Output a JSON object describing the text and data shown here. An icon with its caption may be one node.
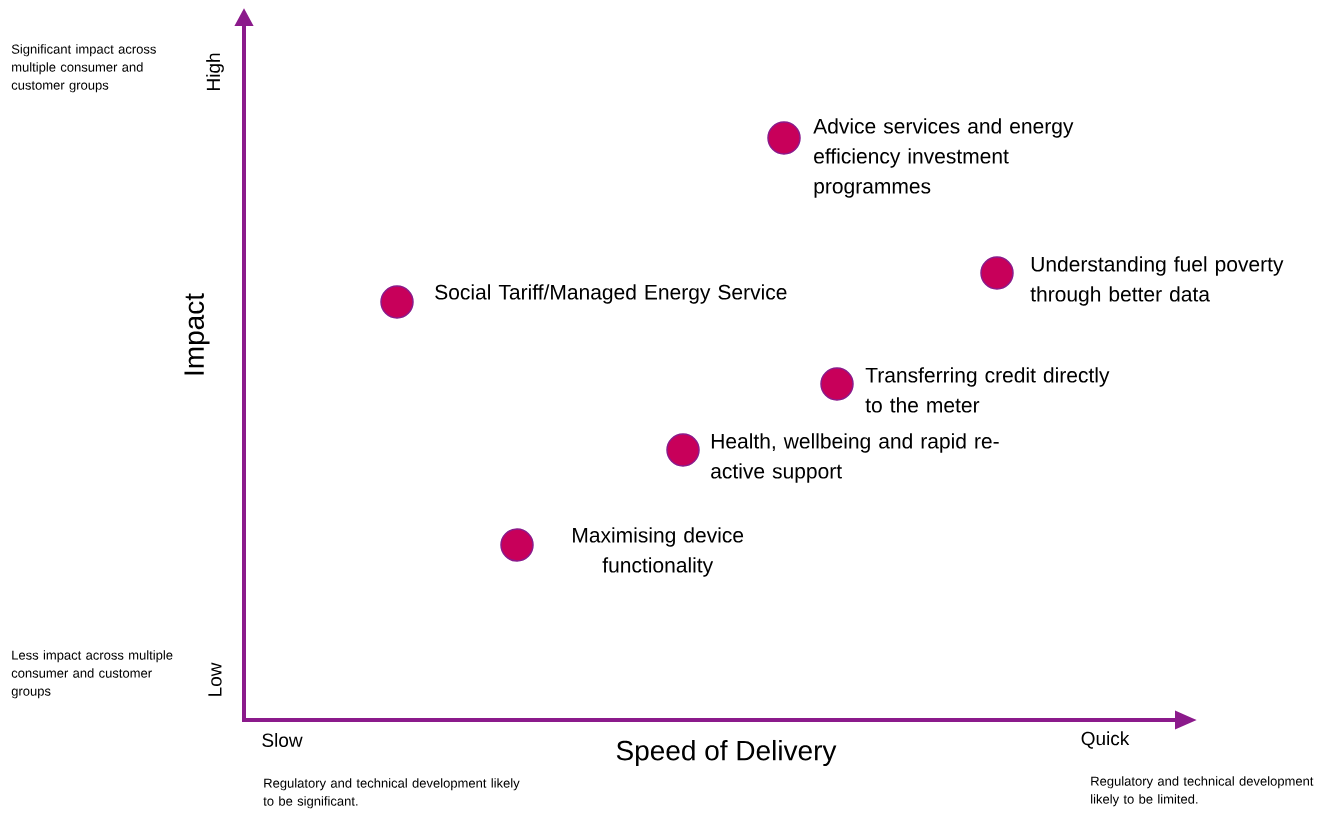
{
  "diagram": {
    "nodes": [
      {
        "text": [
          "Advice services and energy efficiency investment programmes"
        ]
      },
      {
        "text": [
          "Social Tariff/Managed Energy Service"
        ]
      },
      {
        "text": [
          "Understanding fuel poverty through better data"
        ]
      },
      {
        "text": [
          "Transferring credit directly to the meter"
        ]
      },
      {
        "text": [
          "Health, wellbeing and rapid re-active support"
        ]
      },
      {
        "text": [
          "Maximising device functionality"
        ]
      }
    ],
    "labels": [
      "Significant impact across multiple consumer and customer groups",
      "High",
      "Impact",
      "Less impact across multiple consumer and customer groups",
      "Low",
      "Slow",
      "Speed of Delivery",
      "Quick",
      "Regulatory and technical development likely to be significant.",
      "Regulatory and technical development likely to be limited."
    ]
  }
}
